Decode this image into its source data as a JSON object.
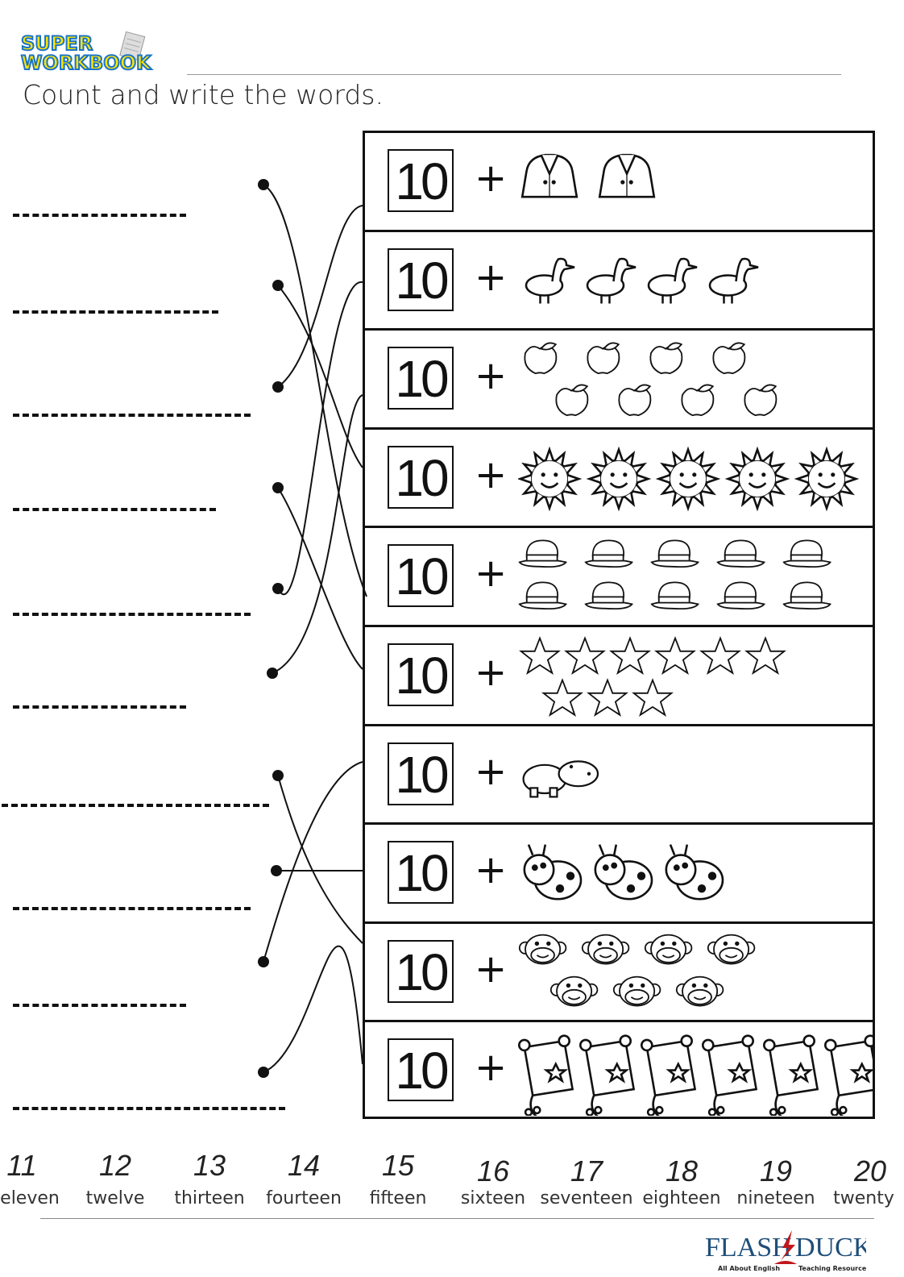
{
  "logo": {
    "line1": "SUPER",
    "line2": "WORKBOOK"
  },
  "instruction": "Count and write the words.",
  "rows": [
    {
      "number": "10",
      "plus": "+",
      "item": "jacket",
      "count": 2
    },
    {
      "number": "10",
      "plus": "+",
      "item": "duck",
      "count": 4
    },
    {
      "number": "10",
      "plus": "+",
      "item": "apple",
      "count": 8
    },
    {
      "number": "10",
      "plus": "+",
      "item": "sun",
      "count": 5
    },
    {
      "number": "10",
      "plus": "+",
      "item": "hat",
      "count": 10
    },
    {
      "number": "10",
      "plus": "+",
      "item": "star",
      "count": 9
    },
    {
      "number": "10",
      "plus": "+",
      "item": "hippo",
      "count": 1
    },
    {
      "number": "10",
      "plus": "+",
      "item": "ladybug",
      "count": 3
    },
    {
      "number": "10",
      "plus": "+",
      "item": "monkey",
      "count": 7
    },
    {
      "number": "10",
      "plus": "+",
      "item": "kite",
      "count": 6
    }
  ],
  "word_bank": [
    {
      "num": "11",
      "word": "eleven"
    },
    {
      "num": "12",
      "word": "twelve"
    },
    {
      "num": "13",
      "word": "thirteen"
    },
    {
      "num": "14",
      "word": "fourteen"
    },
    {
      "num": "15",
      "word": "fifteen"
    },
    {
      "num": "16",
      "word": "sixteen"
    },
    {
      "num": "17",
      "word": "seventeen"
    },
    {
      "num": "18",
      "word": "eighteen"
    },
    {
      "num": "19",
      "word": "nineteen"
    },
    {
      "num": "20",
      "word": "twenty"
    }
  ],
  "footer": {
    "brand": "FLASH DUCK",
    "tagline_left": "All About English",
    "tagline_right": "Teaching Resources"
  },
  "colors": {
    "logo_fill": "#ffe500",
    "logo_stroke": "#1a74c9",
    "brand_blue": "#1f4e79",
    "brand_red": "#c0171c"
  }
}
